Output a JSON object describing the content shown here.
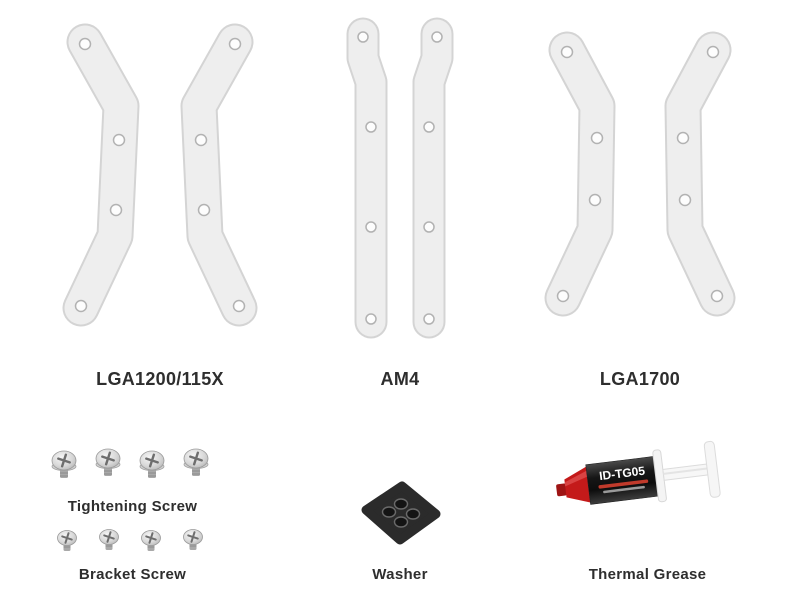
{
  "page": {
    "background": "#ffffff",
    "type": "cpu-cooler-mounting-accessories"
  },
  "bracket_sets": [
    {
      "id": "lga1200-115x",
      "label": "LGA1200/115X",
      "pieces": 2,
      "shape": "dog-leg",
      "holes_per_piece": 4
    },
    {
      "id": "am4",
      "label": "AM4",
      "pieces": 2,
      "shape": "straight-bar",
      "holes_per_piece": 4
    },
    {
      "id": "lga1700",
      "label": "LGA1700",
      "pieces": 2,
      "shape": "dog-leg",
      "holes_per_piece": 4
    }
  ],
  "accessories": {
    "tightening_screw": {
      "label": "Tightening Screw",
      "count": 4
    },
    "bracket_screw": {
      "label": "Bracket Screw",
      "count": 4
    },
    "washer": {
      "label": "Washer",
      "hole_count": 4
    },
    "thermal_grease": {
      "label": "Thermal Grease",
      "model": "ID-TG05"
    }
  },
  "colors": {
    "bracket_fill": "#eeeeee",
    "bracket_outline": "#d4d4d4",
    "washer_fill": "#2b2b2b",
    "grease_cap_red": "#c41a1a",
    "label_text": "#2e2e2e"
  }
}
